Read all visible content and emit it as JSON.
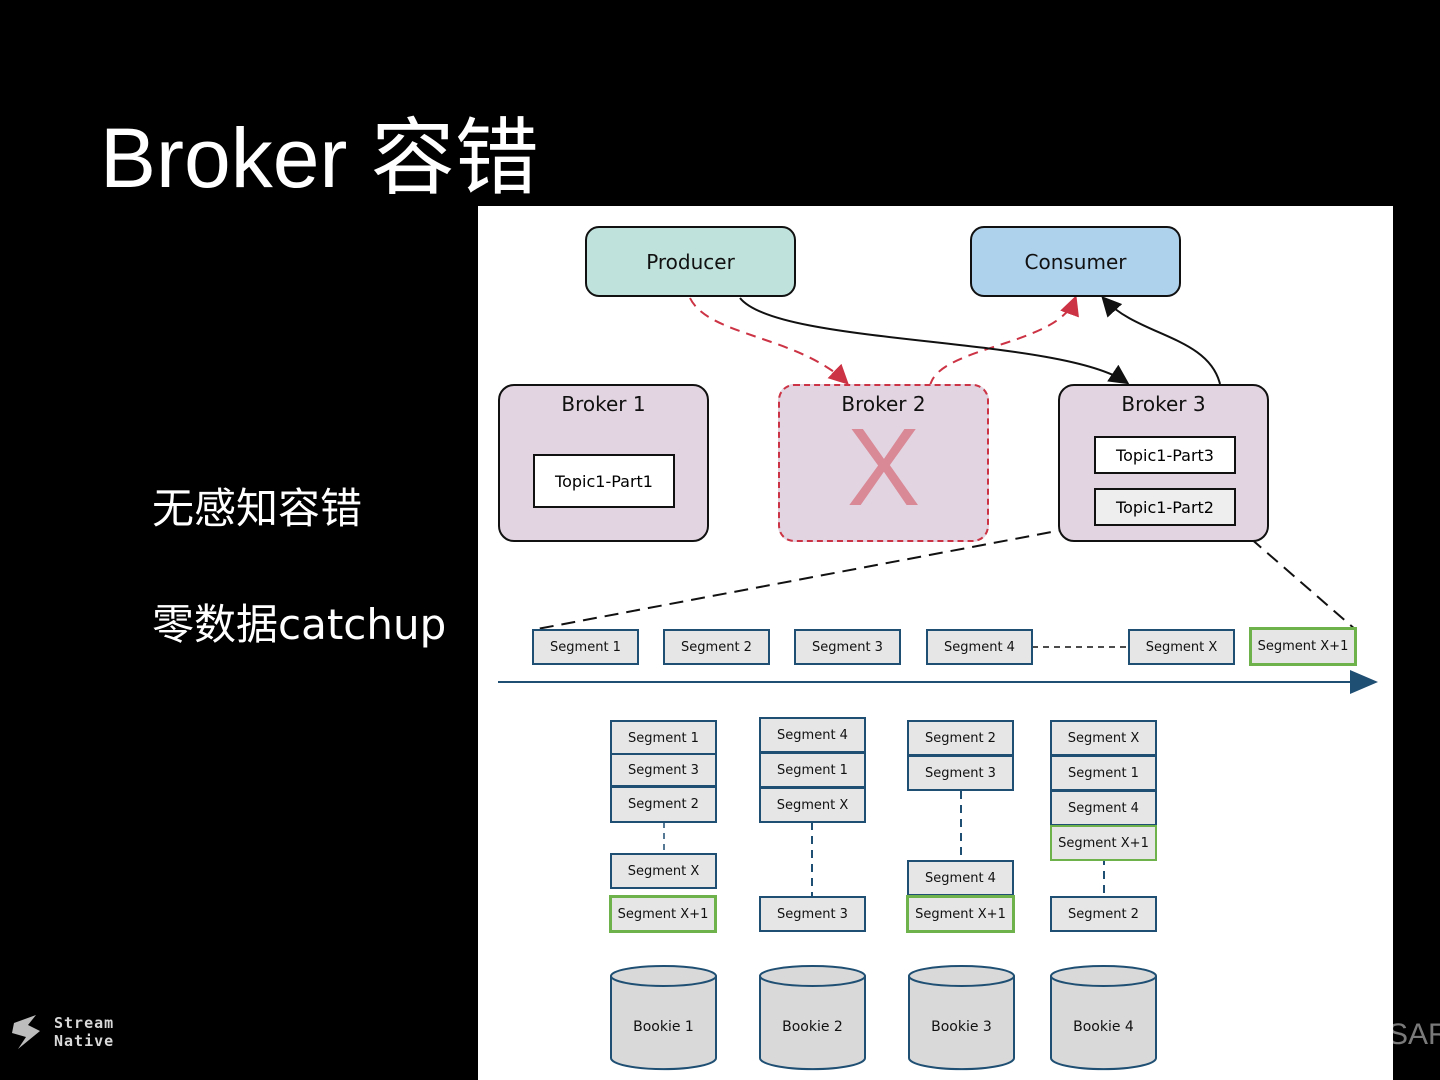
{
  "slide": {
    "title": "Broker 容错",
    "bullets": [
      "无感知容错",
      "零数据catchup"
    ],
    "logo_line1": "Stream",
    "logo_line2": "Native",
    "corner_text": "SAR"
  },
  "diagram": {
    "producer": "Producer",
    "consumer": "Consumer",
    "brokers": [
      {
        "label": "Broker 1",
        "topics": [
          "Topic1-Part1"
        ],
        "status": "up"
      },
      {
        "label": "Broker 2",
        "topics": [],
        "status": "down",
        "mark": "X"
      },
      {
        "label": "Broker 3",
        "topics": [
          "Topic1-Part3",
          "Topic1-Part2"
        ],
        "status": "up"
      }
    ],
    "timeline_segments": [
      "Segment 1",
      "Segment 2",
      "Segment 3",
      "Segment 4",
      "Segment X",
      "Segment X+1"
    ],
    "bookies": [
      {
        "label": "Bookie 1",
        "segments": [
          "Segment 1",
          "Segment 3",
          "Segment 2",
          "Segment X",
          "Segment X+1"
        ]
      },
      {
        "label": "Bookie 2",
        "segments": [
          "Segment 4",
          "Segment 1",
          "Segment X",
          "Segment 3"
        ]
      },
      {
        "label": "Bookie 3",
        "segments": [
          "Segment 2",
          "Segment 3",
          "Segment 4",
          "Segment X+1"
        ]
      },
      {
        "label": "Bookie 4",
        "segments": [
          "Segment X",
          "Segment 1",
          "Segment 4",
          "Segment X+1",
          "Segment 2"
        ]
      }
    ],
    "colors": {
      "producer": "#bfe3dc",
      "consumer": "#aed1ec",
      "broker": "#e2d5e1",
      "failed_border": "#cc3344",
      "failed_mark": "#d98896",
      "segment_border": "#1f4f73",
      "new_segment_border": "#6db24a",
      "bookie": "#d9d9d9",
      "arrow_red": "#cc3344",
      "timeline": "#1f4f73"
    }
  }
}
